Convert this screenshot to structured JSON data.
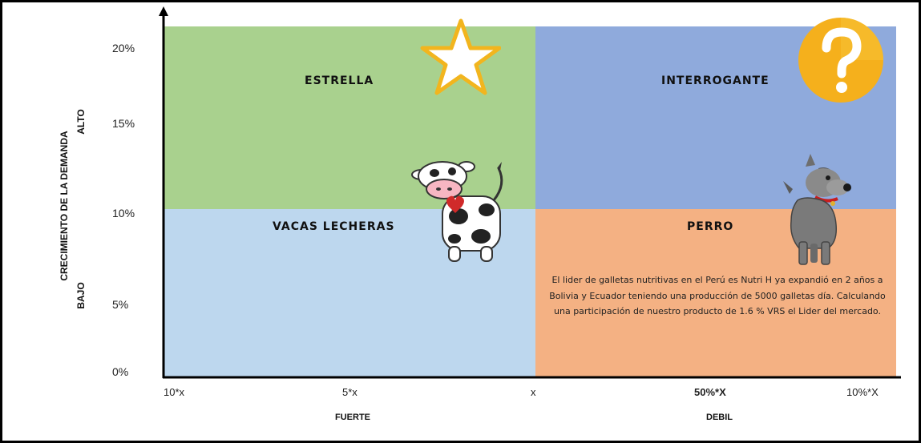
{
  "y_axis": {
    "title": "CRECIMIENTO DE LA DEMANDA",
    "level_high": "ALTO",
    "level_low": "BAJO",
    "ticks": [
      "20%",
      "15%",
      "10%",
      "5%",
      "0%"
    ]
  },
  "x_axis": {
    "ticks": [
      "10*x",
      "5*x",
      "x",
      "50%*X",
      "10%*X"
    ],
    "level_left": "FUERTE",
    "level_right": "DEBIL"
  },
  "quadrants": {
    "top_left": {
      "label": "ESTRELLA",
      "color": "#a9d18e"
    },
    "top_right": {
      "label": "INTERROGANTE",
      "color": "#8faadc"
    },
    "bottom_left": {
      "label": "VACAS LECHERAS",
      "color": "#bdd7ee"
    },
    "bottom_right": {
      "label": "PERRO",
      "color": "#f4b183"
    }
  },
  "note": "El lider de galletas nutritivas en el Perú es Nutri H ya expandió en 2 años a Bolivia y Ecuador teniendo una producción de 5000 galletas día. Calculando una participación de nuestro producto de 1.6 % VRS el  Lider del mercado.",
  "icons": {
    "star": "star-icon",
    "question": "question-icon",
    "cow": "cow-icon",
    "dog": "dog-icon"
  }
}
